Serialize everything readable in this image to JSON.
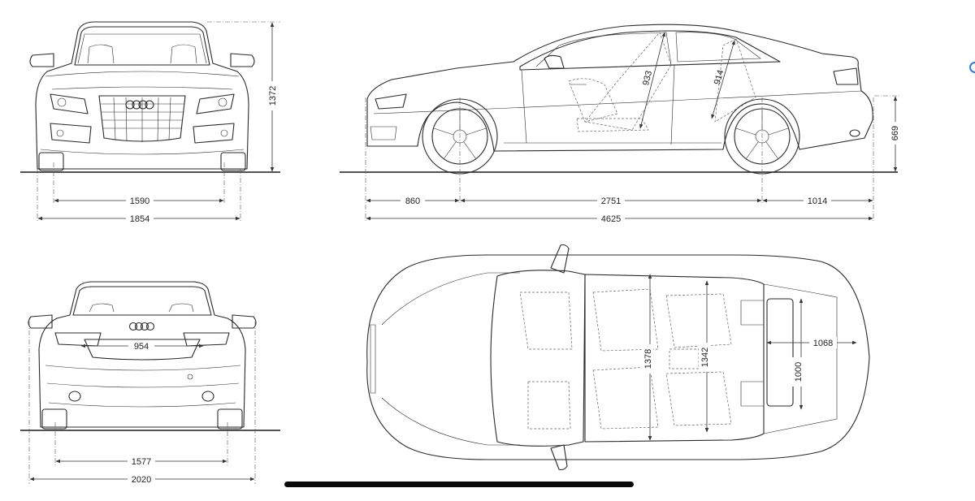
{
  "dimensions": {
    "front_track": "1590",
    "width": "1854",
    "height": "1372",
    "front_overhang": "860",
    "wheelbase": "2751",
    "rear_overhang": "1014",
    "length": "4625",
    "rear_ground_height": "669",
    "rear_window": "954",
    "rear_track": "1577",
    "width_mirrors": "2020",
    "front_door_opening": "933",
    "rear_opening": "914",
    "front_shoulder_width": "1378",
    "rear_shoulder_width": "1342",
    "trunk_length": "1068",
    "trunk_width": "1000"
  },
  "colors": {
    "line": "#2a2a2a",
    "home_indicator": "#0a0a0a",
    "edge_indicator": "#2a7ae2"
  },
  "ui": {
    "home_indicator": "home-indicator-bar",
    "edge_indicator": "partial-circle-icon"
  }
}
